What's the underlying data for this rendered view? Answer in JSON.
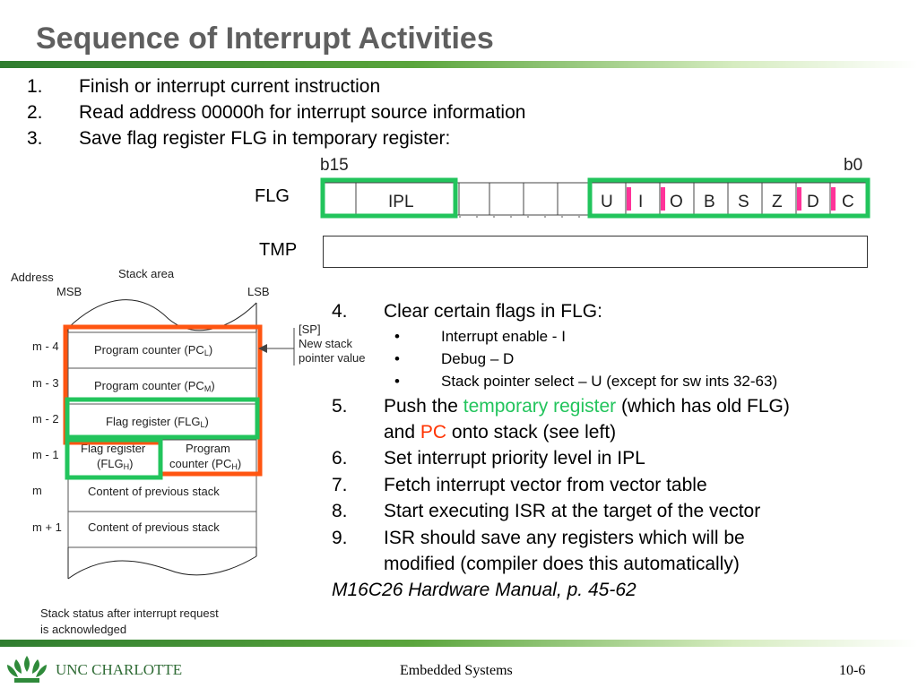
{
  "title": "Sequence of Interrupt Activities",
  "steps_top": [
    {
      "num": "1.",
      "text": "Finish or interrupt current instruction"
    },
    {
      "num": "2.",
      "text": "Read address 00000h for interrupt source information"
    },
    {
      "num": "3.",
      "text": "Save flag register FLG in temporary register:"
    }
  ],
  "register": {
    "b15": "b15",
    "b0": "b0",
    "flg_label": "FLG",
    "tmp_label": "TMP",
    "ipl": "IPL",
    "bits": [
      "U",
      "I",
      "O",
      "B",
      "S",
      "Z",
      "D",
      "C"
    ]
  },
  "stack": {
    "address_label": "Address",
    "stack_area": "Stack area",
    "msb": "MSB",
    "lsb": "LSB",
    "sp_label": "[SP]",
    "sp_desc_1": "New stack",
    "sp_desc_2": "pointer value",
    "rows": [
      {
        "addr": "m - 4",
        "content": "Program counter (PC",
        "sub": "L",
        "tail": ")"
      },
      {
        "addr": "m - 3",
        "content": "Program counter (PC",
        "sub": "M",
        "tail": ")"
      },
      {
        "addr": "m - 2",
        "content": "Flag register (FLG",
        "sub": "L",
        "tail": ")"
      },
      {
        "addr": "m - 1",
        "left_1": "Flag register",
        "left_2": "(FLG",
        "left_sub": "H",
        "left_tail": ")",
        "right_1": "Program",
        "right_2": "counter (PC",
        "right_sub": "H",
        "right_tail": ")"
      },
      {
        "addr": "m",
        "content": "Content of previous stack"
      },
      {
        "addr": "m + 1",
        "content": "Content of previous stack"
      }
    ],
    "caption_1": "Stack status after interrupt request",
    "caption_2": "is acknowledged"
  },
  "step4": {
    "num": "4.",
    "text": "Clear certain flags in FLG:"
  },
  "bullets": [
    {
      "dot": "•",
      "text": "Interrupt enable - I"
    },
    {
      "dot": "•",
      "text": "Debug – D"
    },
    {
      "dot": "•",
      "text": "Stack pointer select – U (except for sw ints 32-63)"
    }
  ],
  "step5": {
    "num": "5.",
    "pre": "Push the ",
    "highlight1": "temporary register",
    "mid": " (which has old FLG)",
    "line2_pre": "and ",
    "highlight2": "PC",
    "line2_post": " onto stack (see left)"
  },
  "steps_bottom": [
    {
      "num": "6.",
      "text": "Set interrupt priority level in IPL"
    },
    {
      "num": "7.",
      "text": "Fetch interrupt vector from vector table"
    },
    {
      "num": "8.",
      "text": "Start executing ISR at the target of the vector"
    },
    {
      "num": "9.",
      "text": "ISR should save any registers which will be"
    }
  ],
  "step9_line2": "modified (compiler does this automatically)",
  "reference": "M16C26 Hardware Manual, p. 45-62",
  "footer": {
    "logo": "UNC CHARLOTTE",
    "course": "Embedded Systems",
    "page": "10-6"
  },
  "colors": {
    "green_highlight": "#22c45c",
    "red_highlight": "#ff3300",
    "title": "#5f5f5f",
    "bar_green": "#2f7d2f"
  }
}
